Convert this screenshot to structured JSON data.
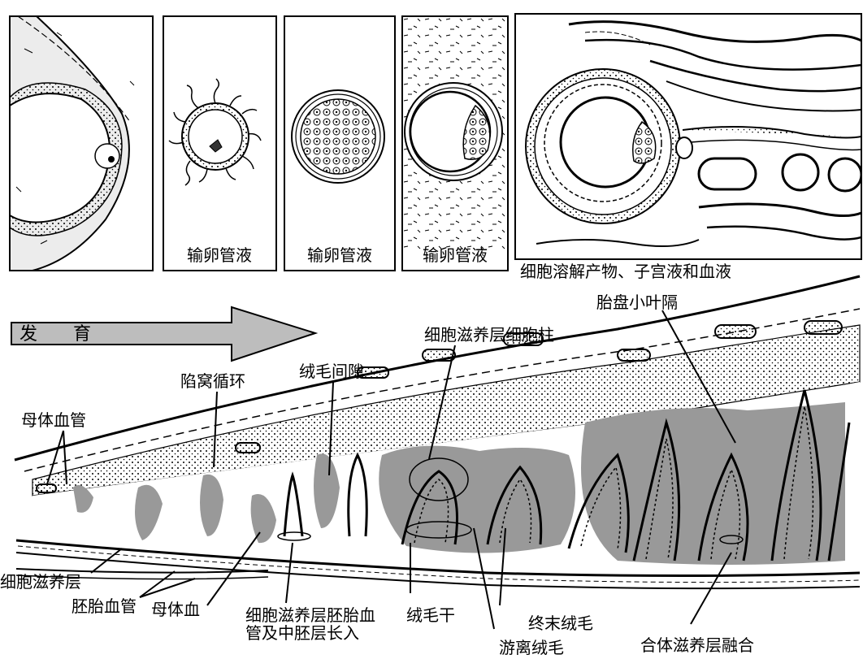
{
  "panels": [
    {
      "caption": ""
    },
    {
      "caption": "输卵管液"
    },
    {
      "caption": "输卵管液"
    },
    {
      "caption": "输卵管液"
    },
    {
      "caption": "细胞溶解产物、子宫液和血液"
    }
  ],
  "arrow": {
    "label_a": "发",
    "label_b": "育"
  },
  "labels": {
    "maternal_vessels": "母体血管",
    "lacunar_circulation": "陷窝循环",
    "intervillous_space": "绒毛间隙",
    "cytotrophoblast_column": "细胞滋养层细胞柱",
    "placental_septum": "胎盘小叶隔",
    "cytotrophoblast": "细胞滋养层",
    "fetal_vessels": "胚胎血管",
    "maternal_blood": "母体血",
    "ingrowth_line1": "细胞滋养层胚胎血",
    "ingrowth_line2": "管及中胚层长入",
    "stem_villus": "绒毛干",
    "terminal_villus": "终末绒毛",
    "free_villus": "游离绒毛",
    "syncytial_fusion": "合体滋养层融合"
  }
}
